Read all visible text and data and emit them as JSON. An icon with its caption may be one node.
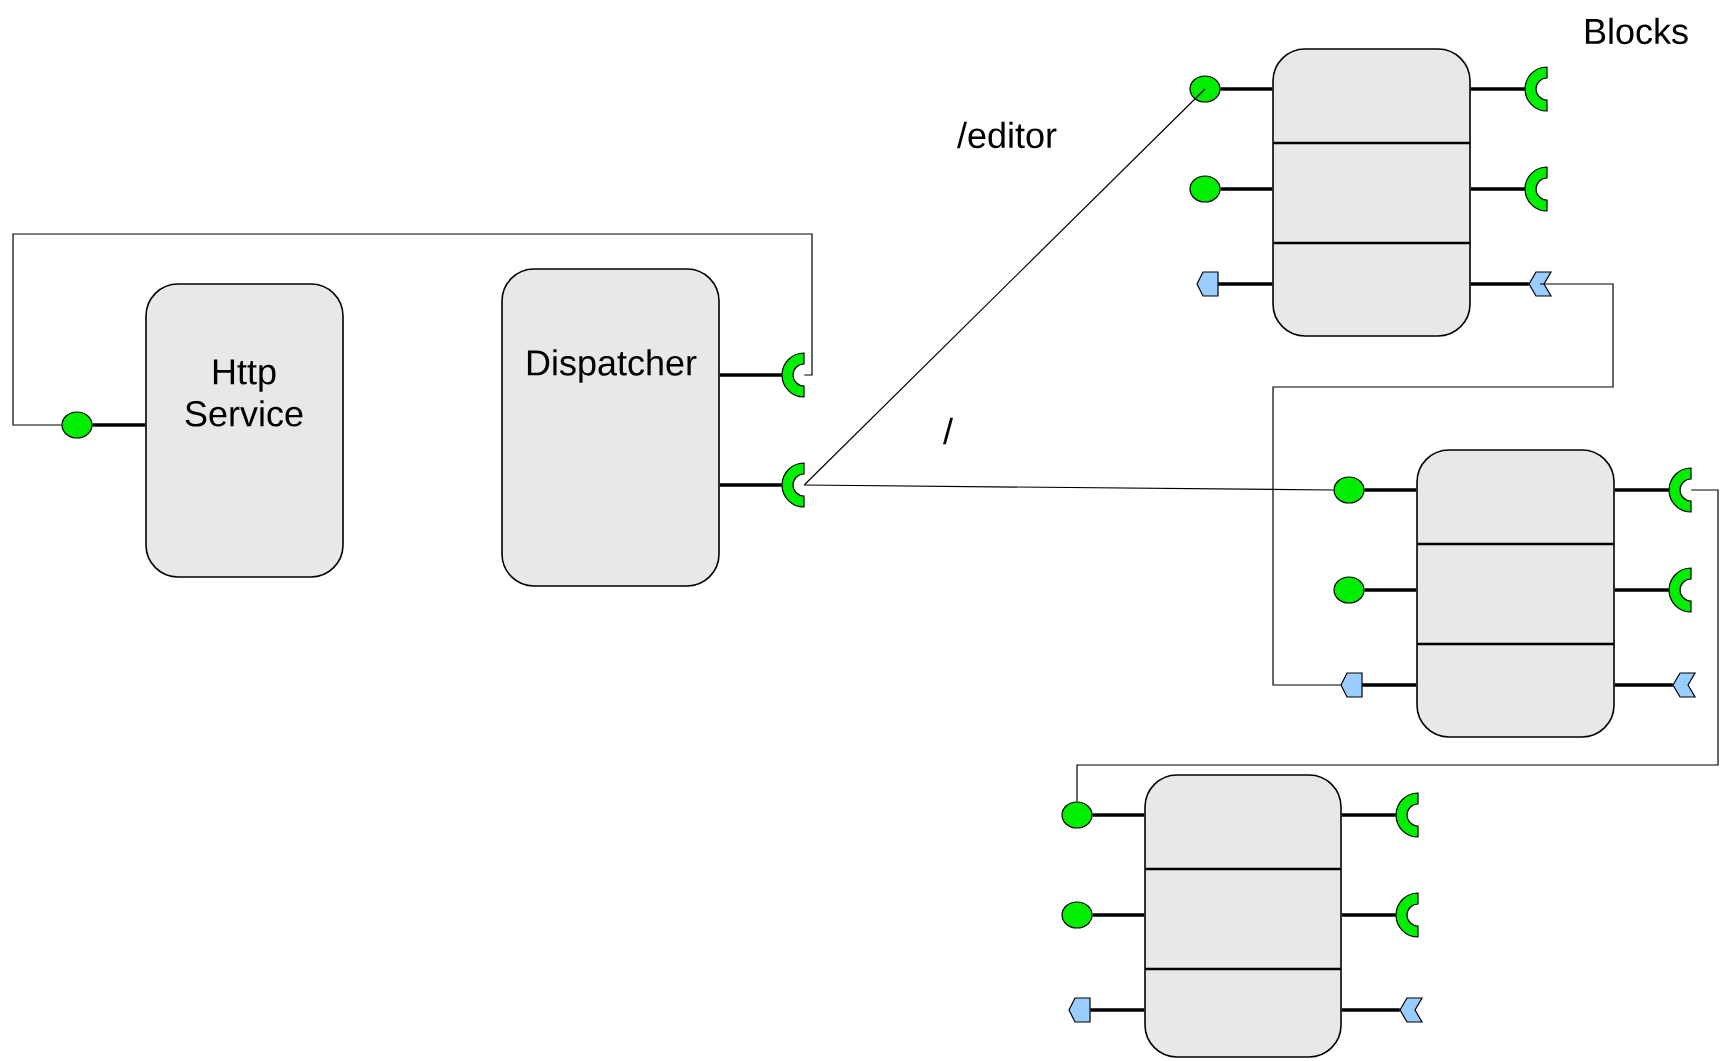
{
  "diagram": {
    "nodes": [
      {
        "text": [
          "Http Service"
        ]
      },
      {
        "text": [],
        "shape": "circle"
      },
      {
        "text": [
          "Dispatcher"
        ]
      },
      {
        "text": [],
        "shape": "socket"
      },
      {
        "text": [],
        "shape": "socket"
      },
      {
        "text": [],
        "shape": "box"
      },
      {
        "text": [],
        "shape": "circle"
      },
      {
        "text": [],
        "shape": "circle"
      },
      {
        "text": [],
        "shape": "pentagon"
      },
      {
        "text": [],
        "shape": "socket"
      },
      {
        "text": [],
        "shape": "socket"
      },
      {
        "text": [],
        "shape": "chevron"
      },
      {
        "text": [],
        "shape": "box"
      },
      {
        "text": [],
        "shape": "circle"
      },
      {
        "text": [],
        "shape": "circle"
      },
      {
        "text": [],
        "shape": "pentagon"
      },
      {
        "text": [],
        "shape": "socket"
      },
      {
        "text": [],
        "shape": "socket"
      },
      {
        "text": [],
        "shape": "chevron"
      },
      {
        "text": [],
        "shape": "box"
      },
      {
        "text": [],
        "shape": "circle"
      },
      {
        "text": [],
        "shape": "circle"
      },
      {
        "text": [],
        "shape": "pentagon"
      },
      {
        "text": [],
        "shape": "socket"
      },
      {
        "text": [],
        "shape": "socket"
      },
      {
        "text": [],
        "shape": "chevron"
      }
    ],
    "edges": [
      {
        "from": 0,
        "to": 1,
        "arrow": "none"
      },
      {
        "from": 2,
        "to": 3,
        "arrow": "none"
      },
      {
        "from": 2,
        "to": 4,
        "arrow": "none"
      },
      {
        "from": 5,
        "to": 6,
        "arrow": "none"
      },
      {
        "from": 5,
        "to": 7,
        "arrow": "none"
      },
      {
        "from": 5,
        "to": 8,
        "arrow": "none"
      },
      {
        "from": 5,
        "to": 9,
        "arrow": "none"
      },
      {
        "from": 5,
        "to": 10,
        "arrow": "none"
      },
      {
        "from": 5,
        "to": 11,
        "arrow": "none"
      },
      {
        "from": 12,
        "to": 13,
        "arrow": "none"
      },
      {
        "from": 12,
        "to": 14,
        "arrow": "none"
      },
      {
        "from": 12,
        "to": 15,
        "arrow": "none"
      },
      {
        "from": 12,
        "to": 16,
        "arrow": "none"
      },
      {
        "from": 12,
        "to": 17,
        "arrow": "none"
      },
      {
        "from": 12,
        "to": 18,
        "arrow": "none"
      },
      {
        "from": 19,
        "to": 20,
        "arrow": "none"
      },
      {
        "from": 19,
        "to": 21,
        "arrow": "none"
      },
      {
        "from": 19,
        "to": 22,
        "arrow": "none"
      },
      {
        "from": 19,
        "to": 23,
        "arrow": "none"
      },
      {
        "from": 19,
        "to": 24,
        "arrow": "none"
      },
      {
        "from": 19,
        "to": 25,
        "arrow": "none"
      },
      {
        "from": 3,
        "to": 1,
        "arrow": "none"
      },
      {
        "from": 4,
        "to": 6,
        "arrow": "none",
        "label": "/editor"
      },
      {
        "from": 4,
        "to": 13,
        "arrow": "none",
        "label": "/"
      },
      {
        "from": 11,
        "to": 15,
        "arrow": "none"
      },
      {
        "from": 16,
        "to": 20,
        "arrow": "none"
      }
    ],
    "labels": [
      "Blocks"
    ]
  }
}
